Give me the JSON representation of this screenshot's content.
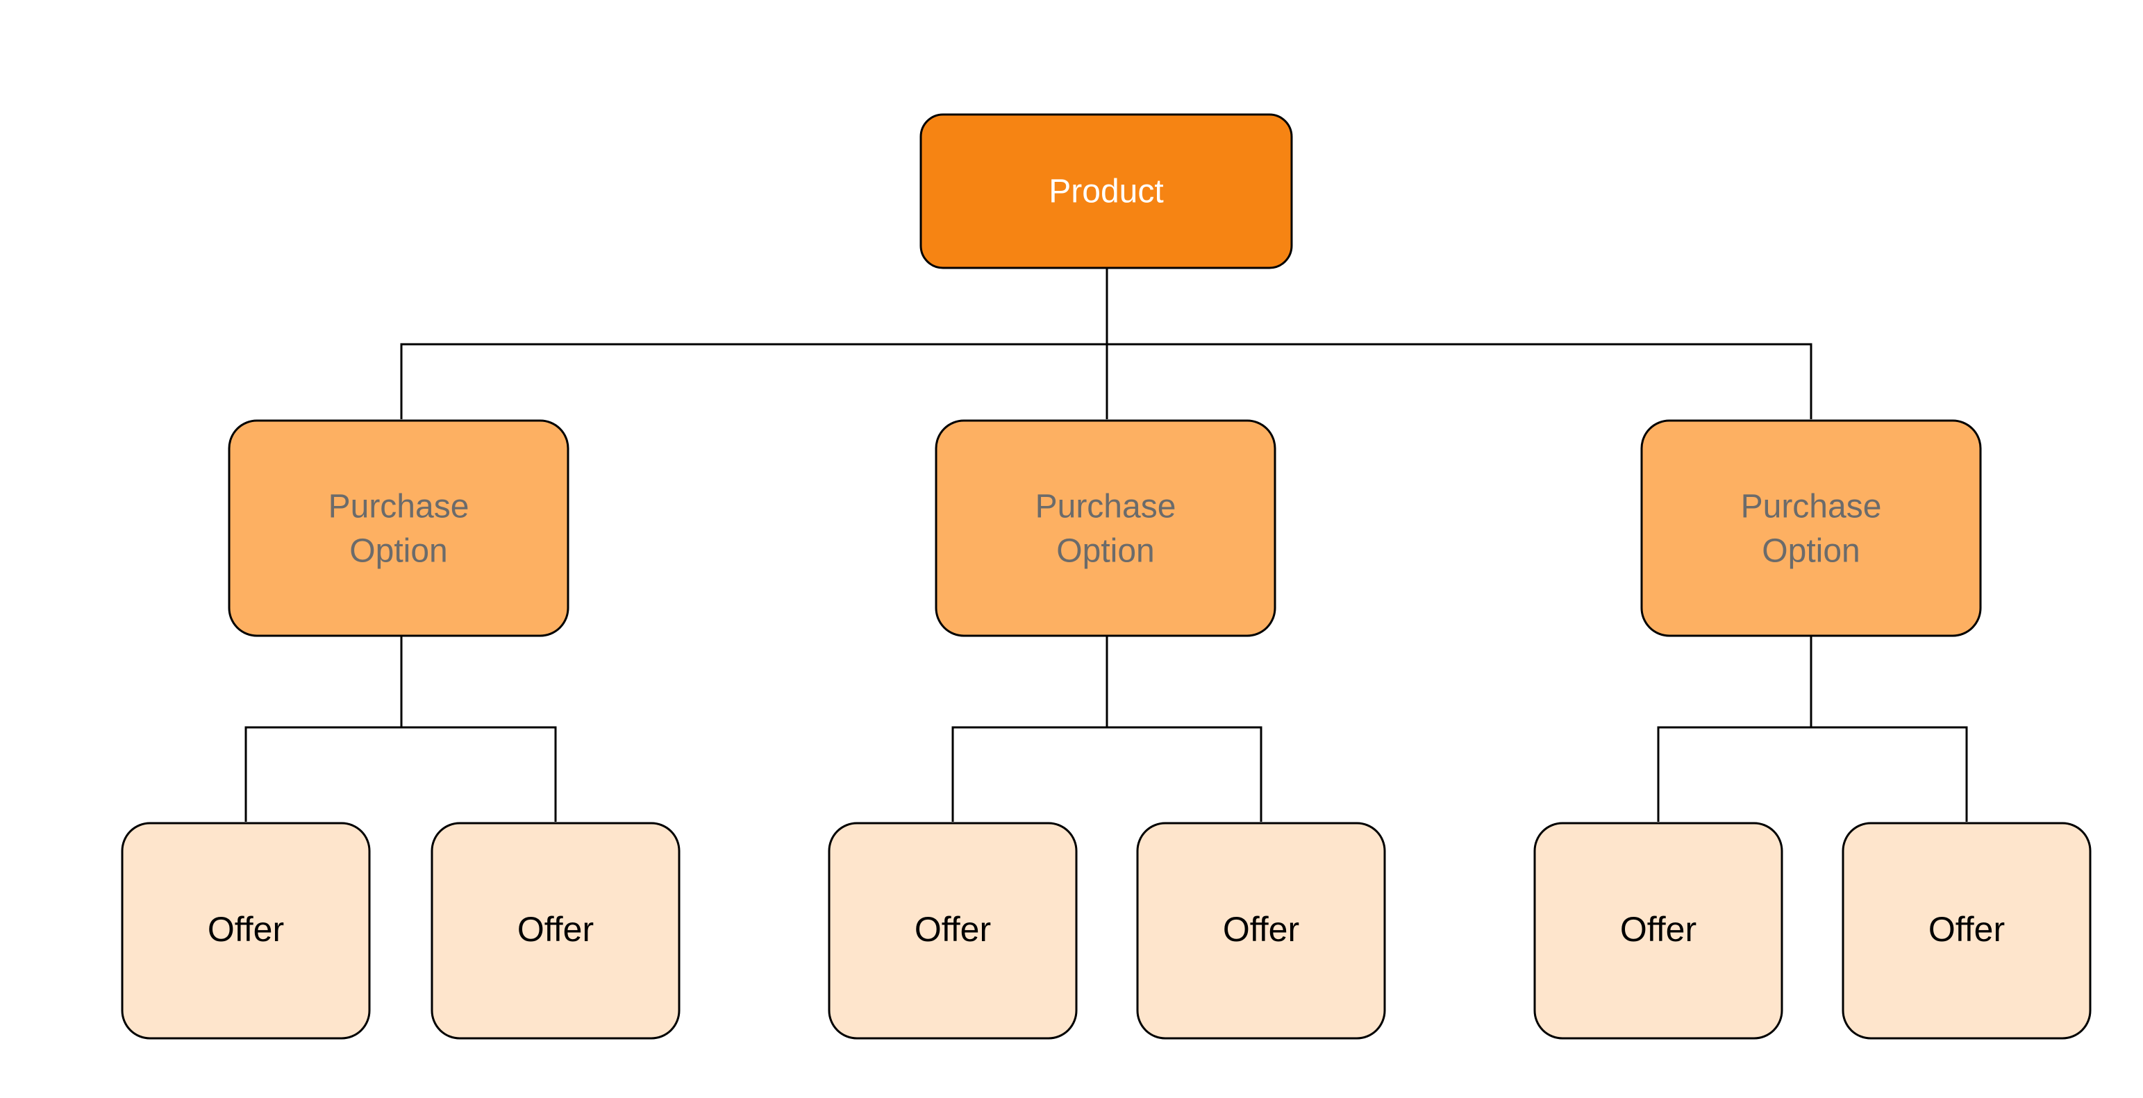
{
  "diagram": {
    "root": {
      "label": "Product",
      "fill": "#f68413",
      "text_color": "#ffffff"
    },
    "children": [
      {
        "label": [
          "Purchase",
          "Option"
        ],
        "fill": "#fdb062",
        "text_color": "#6b6b6b",
        "children": [
          {
            "label": "Offer"
          },
          {
            "label": "Offer"
          }
        ]
      },
      {
        "label": [
          "Purchase",
          "Option"
        ],
        "fill": "#fdb062",
        "text_color": "#6b6b6b",
        "children": [
          {
            "label": "Offer"
          },
          {
            "label": "Offer"
          }
        ]
      },
      {
        "label": [
          "Purchase",
          "Option"
        ],
        "fill": "#fdb062",
        "text_color": "#6b6b6b",
        "children": [
          {
            "label": "Offer"
          },
          {
            "label": "Offer"
          }
        ]
      }
    ],
    "offer_fill": "#fee5cc",
    "offer_text_color": "#000000",
    "stroke_color": "#000000"
  }
}
